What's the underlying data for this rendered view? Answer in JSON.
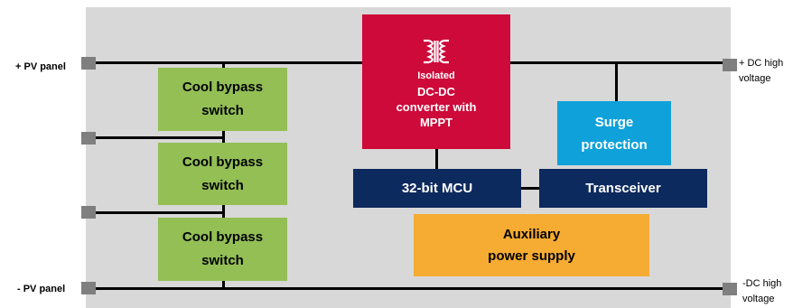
{
  "terminals": {
    "pv_plus": "+ PV panel",
    "pv_minus": "- PV panel",
    "dc_high_plus": [
      "+ DC high",
      "voltage"
    ],
    "dc_high_minus": [
      "-DC high",
      "voltage"
    ]
  },
  "blocks": {
    "bypass_switch": {
      "line1": "Cool bypass",
      "line2": "switch"
    },
    "dcdc": {
      "line1": "Isolated",
      "line2": "DC-DC",
      "line3": "converter with",
      "line4": "MPPT",
      "icon": "transformer-icon"
    },
    "surge": {
      "line1": "Surge",
      "line2": "protection"
    },
    "mcu": "32-bit MCU",
    "transceiver": "Transceiver",
    "aux": {
      "line1": "Auxiliary",
      "line2": "power supply"
    }
  },
  "colors": {
    "board": "#d8d8d8",
    "bypass": "#93bf55",
    "dcdc": "#cd0a3a",
    "surge": "#0fa1d9",
    "mcu": "#0d2a5e",
    "aux": "#f6ab32",
    "terminal": "#7f7f7f"
  }
}
